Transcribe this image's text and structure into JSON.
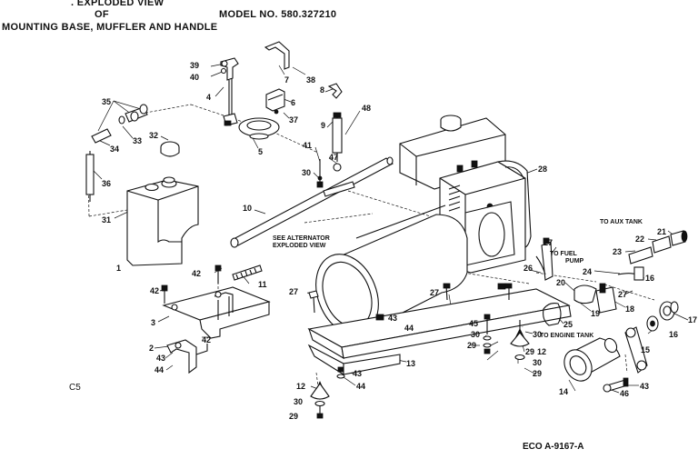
{
  "header": {
    "line1": ". EXPLODED VIEW",
    "line2": "OF",
    "model": "MODEL NO. 580.327210",
    "line3": "MOUNTING BASE, MUFFLER AND HANDLE"
  },
  "page_code": "C5",
  "eco": "ECO A-9167-A",
  "notes": {
    "see_alt_1": "SEE ALTERNATOR",
    "see_alt_2": "EXPLODED VIEW",
    "to_aux_tank": "TO AUX TANK",
    "to_fuel_1": "TO FUEL",
    "to_fuel_2": "PUMP",
    "to_engine_tank": "TO ENGINE TANK"
  },
  "callouts": [
    "39",
    "40",
    "7",
    "38",
    "4",
    "6",
    "37",
    "5",
    "35",
    "34",
    "33",
    "32",
    "36",
    "31",
    "1",
    "8",
    "9",
    "48",
    "41",
    "47",
    "30",
    "10",
    "28",
    "21",
    "22",
    "23",
    "24",
    "16",
    "27",
    "18",
    "17",
    "15",
    "19",
    "20",
    "25",
    "26",
    "27",
    "29",
    "30",
    "12",
    "29",
    "30",
    "45",
    "30",
    "29",
    "27",
    "43",
    "44",
    "13",
    "11",
    "42",
    "42",
    "3",
    "2",
    "43",
    "44",
    "42",
    "27",
    "12",
    "30",
    "29",
    "43",
    "44",
    "14",
    "43",
    "46",
    "16"
  ]
}
